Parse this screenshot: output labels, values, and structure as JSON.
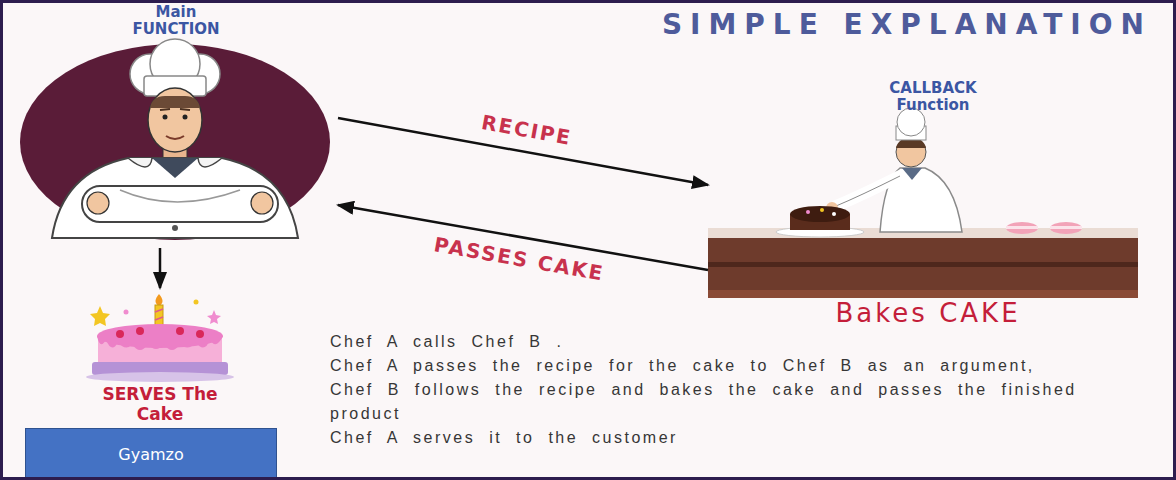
{
  "diagram": {
    "title": "SIMPLE EXPLANATION",
    "nodes": [
      {
        "text": [
          "Main FUNCTION"
        ]
      },
      {
        "text": [
          "CALLBACK Function",
          "Bakes CAKE"
        ]
      },
      {
        "text": [
          "SERVES The Cake"
        ]
      },
      {
        "text": [
          "Gyamzo"
        ]
      }
    ],
    "edges": [
      {
        "from": 0,
        "to": 1,
        "label": "RECIPE",
        "arrow": "to"
      },
      {
        "from": 1,
        "to": 0,
        "label": "PASSES CAKE",
        "arrow": "to"
      },
      {
        "from": 0,
        "to": 2,
        "arrow": "to"
      }
    ],
    "labels": [
      "Chef A calls Chef B .",
      "Chef A passes the recipe for the cake to Chef B as an argument,",
      "Chef B follows the recipe and bakes the cake and passes the finished product",
      "Chef A serves it to the customer"
    ]
  }
}
